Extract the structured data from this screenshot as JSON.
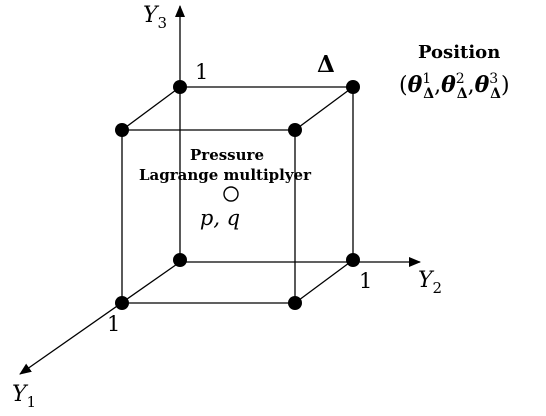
{
  "axes": {
    "y1": {
      "symbol": "Y",
      "sub": "1"
    },
    "y2": {
      "symbol": "Y",
      "sub": "2"
    },
    "y3": {
      "symbol": "Y",
      "sub": "3"
    }
  },
  "tick_labels": {
    "y1": "1",
    "y2": "1",
    "y3": "1"
  },
  "element_label": "Δ",
  "position": {
    "heading": "Position",
    "symbol": "θ",
    "sub": "Δ",
    "superscripts": [
      "1",
      "2",
      "3"
    ]
  },
  "pressure": {
    "line1": "Pressure",
    "line2": "Lagrange multiplyer",
    "vars": "p, q"
  },
  "node_count": 8,
  "colors": {
    "ink": "#000000",
    "background": "#ffffff"
  }
}
